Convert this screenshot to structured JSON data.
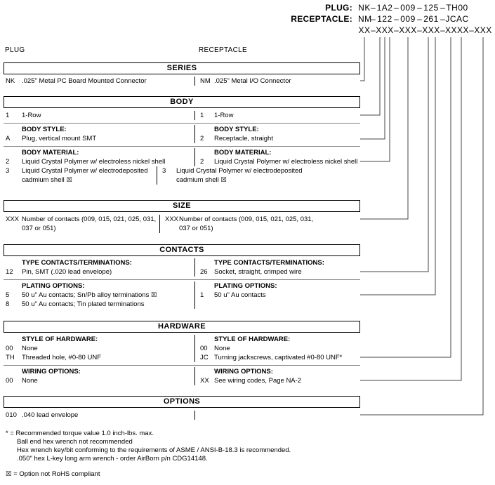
{
  "part_numbers": {
    "dash": "–",
    "plug": {
      "label": "PLUG:",
      "segments": [
        "NK",
        "1A2",
        "009",
        "125",
        "TH00"
      ]
    },
    "receptacle": {
      "label": "RECEPTACLE:",
      "segments": [
        "NM",
        "122",
        "009",
        "261",
        "JCAC"
      ]
    },
    "mask": {
      "segments": [
        "XX",
        "XXX",
        "XXX",
        "XXX",
        "XXXX",
        "XXX"
      ]
    }
  },
  "columns": {
    "plug": "PLUG",
    "receptacle": "RECEPTACLE"
  },
  "sections": {
    "series": {
      "title": "SERIES",
      "left": {
        "code": "NK",
        "desc": ".025\" Metal PC Board Mounted Connector"
      },
      "right": {
        "code": "NM",
        "desc": ".025\" Metal I/O Connector"
      }
    },
    "body": {
      "title": "BODY",
      "row": {
        "left": {
          "code": "1",
          "desc": "1-Row"
        },
        "right": {
          "code": "1",
          "desc": "1-Row"
        }
      },
      "style_heading": "BODY STYLE:",
      "style": {
        "left": {
          "code": "A",
          "desc": "Plug, vertical mount SMT"
        },
        "right": {
          "code": "2",
          "desc": "Receptacle, straight"
        }
      },
      "material_heading": "BODY MATERIAL:",
      "material_rows": [
        {
          "left": {
            "code": "2",
            "desc": "Liquid Crystal Polymer w/ electroless nickel shell"
          },
          "right": {
            "code": "2",
            "desc": "Liquid Crystal Polymer w/ electroless nickel shell"
          }
        },
        {
          "left": {
            "code": "3",
            "desc": "Liquid Crystal Polymer w/ electrodeposited cadmium shell ☒"
          },
          "right": {
            "code": "3",
            "desc": "Liquid Crystal Polymer w/ electrodeposited cadmium shell ☒"
          }
        }
      ]
    },
    "size": {
      "title": "SIZE",
      "left": {
        "code": "XXX",
        "desc": "Number of contacts (009, 015, 021, 025, 031, 037 or 051)"
      },
      "right": {
        "code": "XXX",
        "desc": "Number of contacts (009, 015, 021, 025, 031, 037 or 051)"
      }
    },
    "contacts": {
      "title": "CONTACTS",
      "type_heading": "TYPE CONTACTS/TERMINATIONS:",
      "type": {
        "left": {
          "code": "12",
          "desc": "Pin, SMT (.020 lead envelope)"
        },
        "right": {
          "code": "26",
          "desc": "Socket, straight, crimped wire"
        }
      },
      "plating_heading": "PLATING OPTIONS:",
      "plating_rows": [
        {
          "left": {
            "code": "5",
            "desc": "50 u\" Au contacts; Sn/Pb alloy terminations ☒"
          },
          "right": {
            "code": "1",
            "desc": "50 u\" Au contacts"
          }
        },
        {
          "left": {
            "code": "8",
            "desc": "50 u\" Au contacts; Tin plated terminations"
          },
          "right": {
            "code": "",
            "desc": ""
          }
        }
      ]
    },
    "hardware": {
      "title": "HARDWARE",
      "style_heading": "STYLE OF HARDWARE:",
      "style_rows": [
        {
          "left": {
            "code": "00",
            "desc": "None"
          },
          "right": {
            "code": "00",
            "desc": "None"
          }
        },
        {
          "left": {
            "code": "TH",
            "desc": "Threaded hole, #0-80 UNF"
          },
          "right": {
            "code": "JC",
            "desc": "Turning jackscrews, captivated #0-80 UNF*"
          }
        }
      ],
      "wiring_heading": "WIRING OPTIONS:",
      "wiring": {
        "left": {
          "code": "00",
          "desc": "None"
        },
        "right": {
          "code": "XX",
          "desc": "See wiring codes, Page NA-2"
        }
      }
    },
    "options": {
      "title": "OPTIONS",
      "left": {
        "code": "010",
        "desc": ".040 lead envelope"
      },
      "right": {
        "code": "",
        "desc": ""
      }
    }
  },
  "footnotes": [
    "* = Recommended torque value 1.0 inch-lbs. max.",
    "Ball end hex wrench not recommended",
    "Hex wrench key/bit conforming to the requirements of ASME / ANSI-B-18.3 is recommended.",
    ".050\" hex L-key long arm wrench - order AirBorn p/n CDG14148."
  ],
  "legend": "☒ = Option not RoHS compliant"
}
